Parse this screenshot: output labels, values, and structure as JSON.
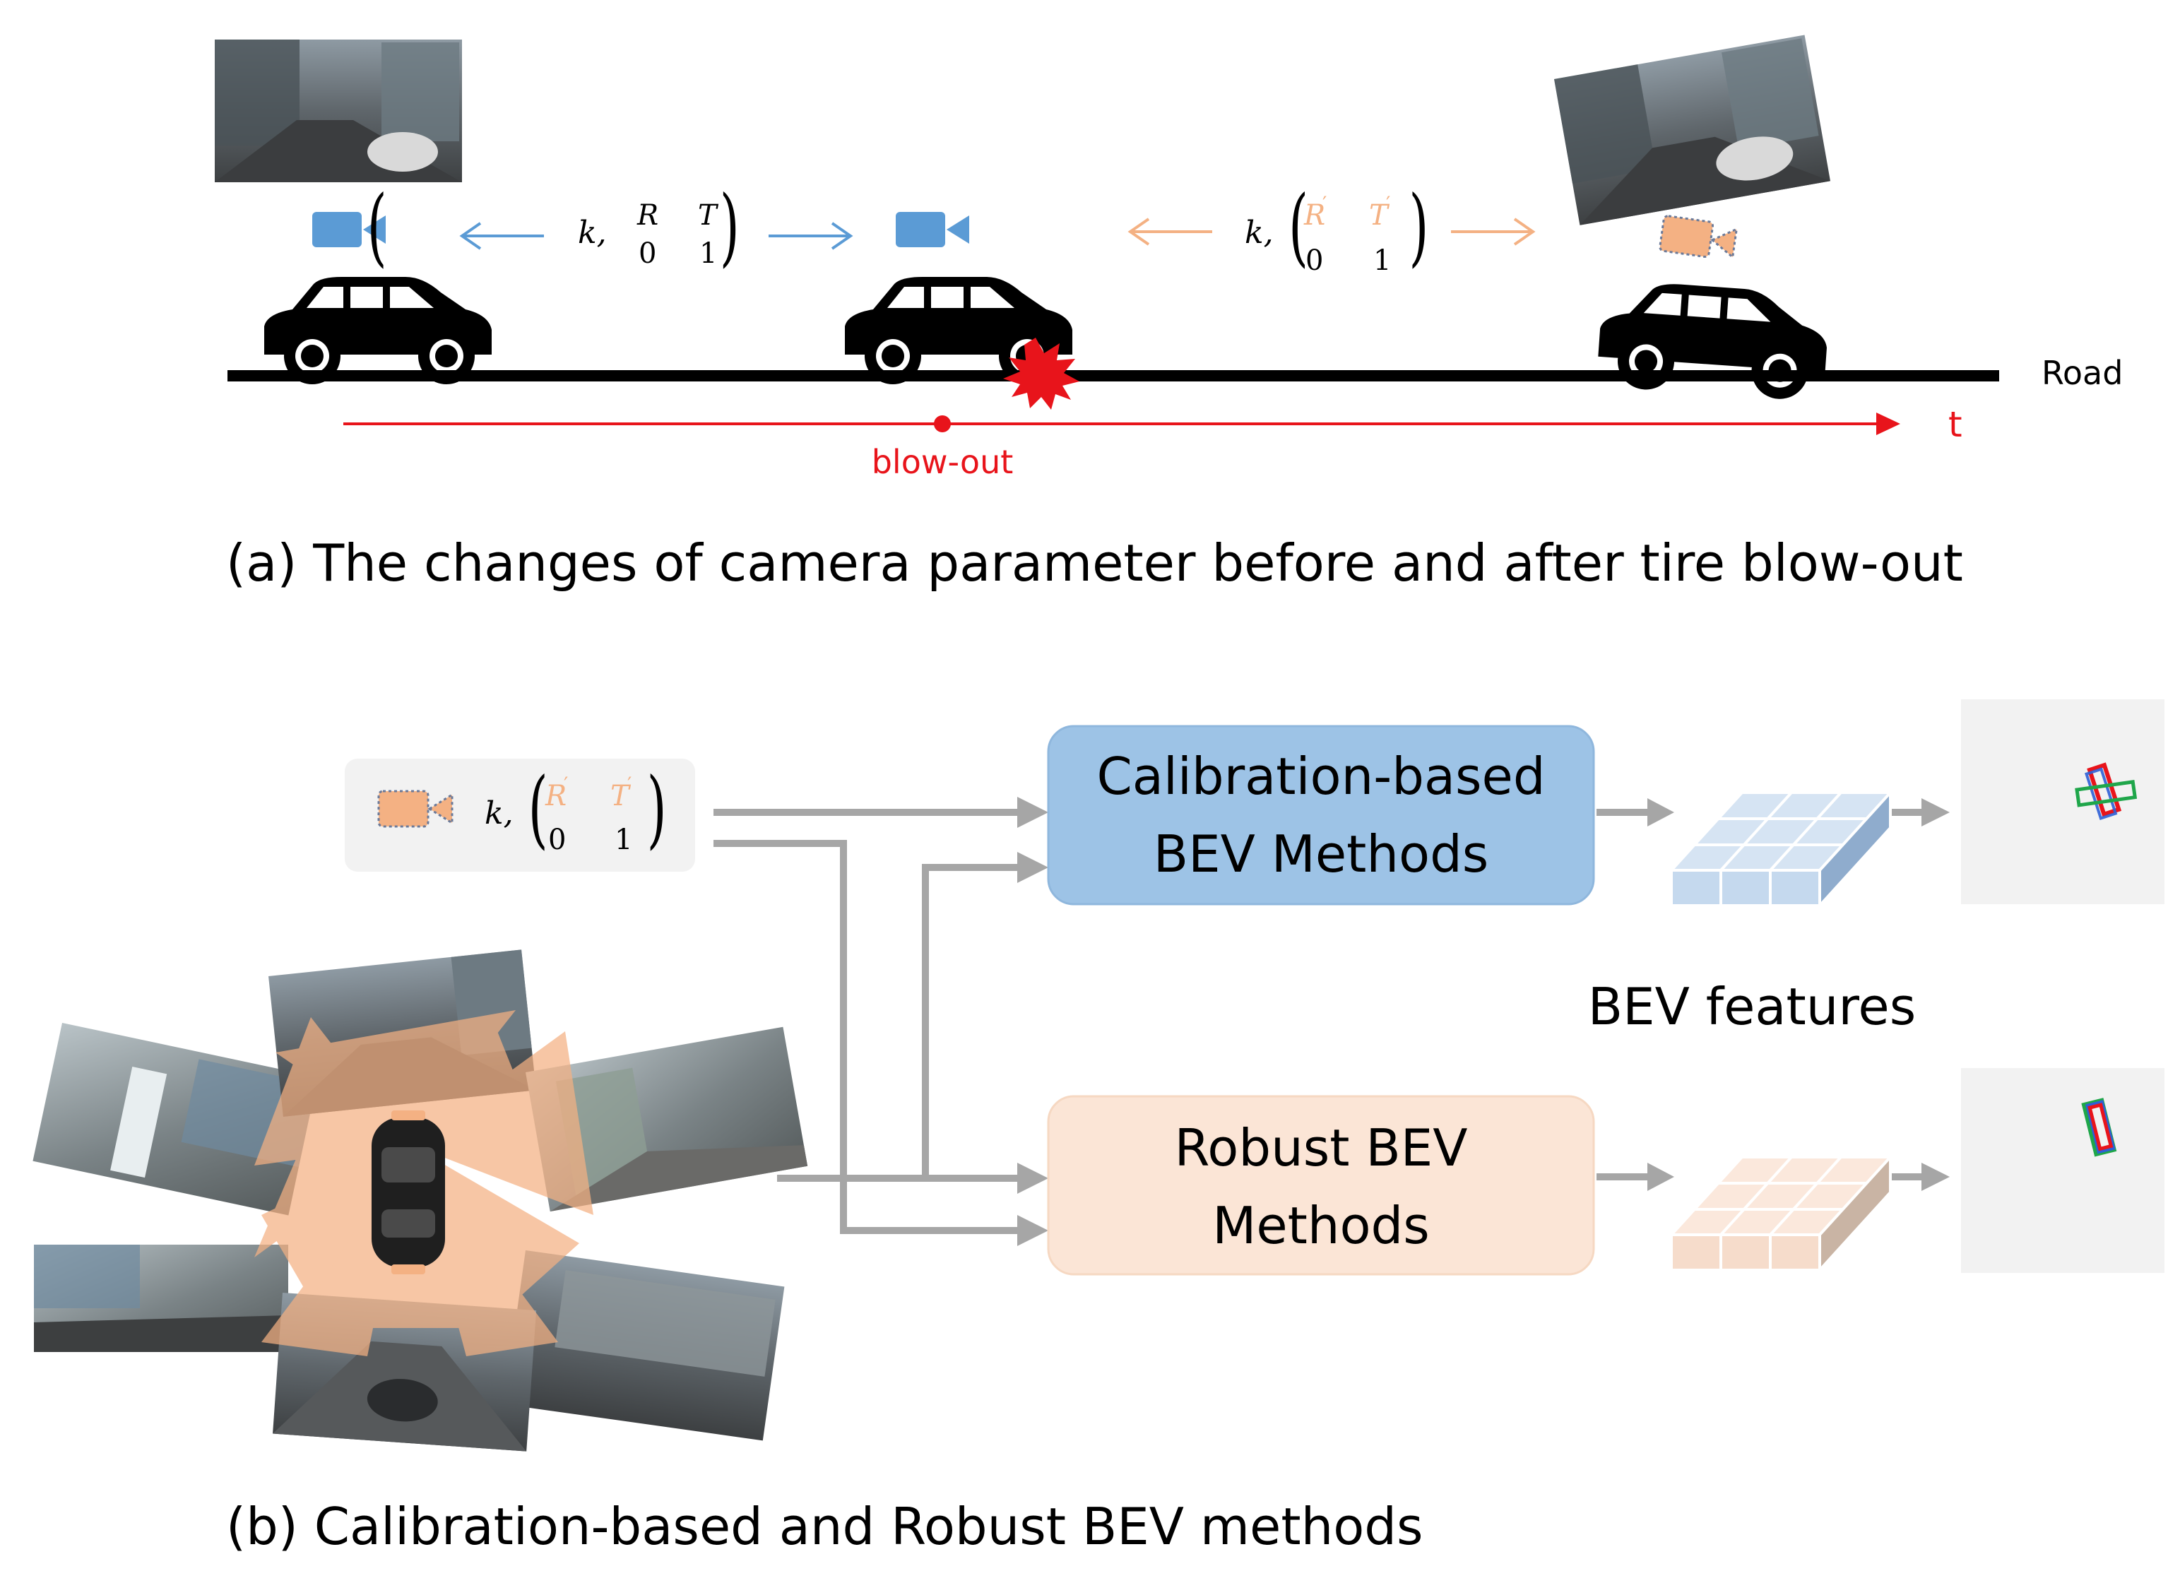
{
  "colors": {
    "blue_cam": "#5b9bd5",
    "orange_cam": "#f4b183",
    "red": "#e8141b",
    "arrow_gray": "#a6a6a6",
    "calib_box": "#9dc3e6",
    "robust_box": "#fbe5d6",
    "panel_bg": "#f2f2f2"
  },
  "top": {
    "road_label": "Road",
    "time_label": "t",
    "event_label": "blow-out",
    "caption": "(a) The changes of camera parameter before and after tire blow-out",
    "param_before": {
      "k": "k,",
      "R": "R",
      "T": "T",
      "zero": "0",
      "one": "1"
    },
    "param_after": {
      "k": "k,",
      "R": "R",
      "T": "T",
      "prime": "′",
      "zero": "0",
      "one": "1"
    }
  },
  "bottom": {
    "input_params": {
      "k": "k,",
      "R": "R",
      "T": "T",
      "prime": "′",
      "zero": "0",
      "one": "1"
    },
    "calib_box": {
      "line1": "Calibration-based",
      "line2": "BEV Methods"
    },
    "robust_box": {
      "line1": "Robust BEV",
      "line2": "Methods"
    },
    "features_label": "BEV features",
    "caption": "(b) Calibration-based and Robust BEV methods"
  },
  "icons": [
    "camera-icon",
    "car-silhouette-icon",
    "explosion-icon",
    "bev-grid-icon",
    "bounding-box-icon",
    "street-photo-icon"
  ]
}
